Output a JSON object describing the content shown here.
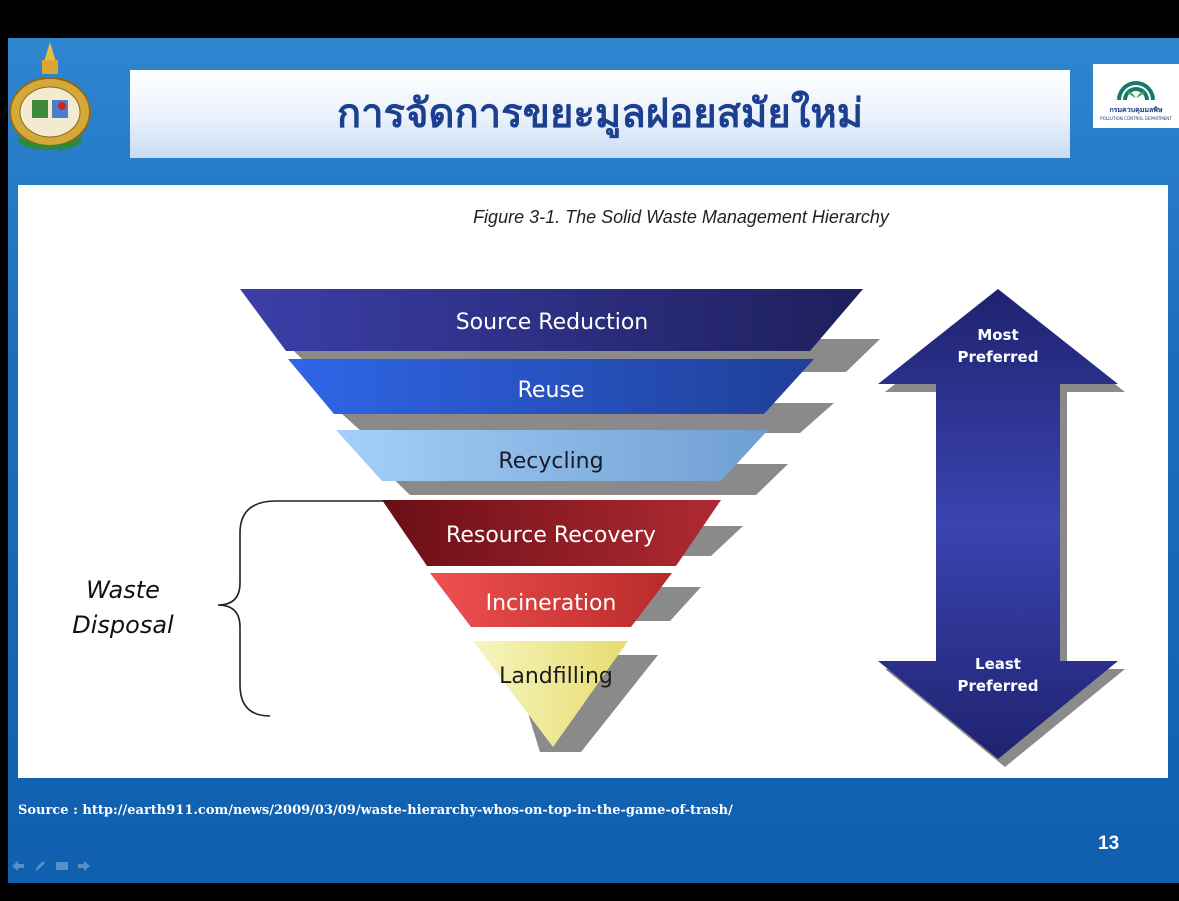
{
  "slide": {
    "title": "การจัดการขยะมูลฝอยสมัยใหม่",
    "figure_caption": "Figure 3-1. The Solid Waste Management Hierarchy",
    "source_text": "Source : http://earth911.com/news/2009/03/09/waste-hierarchy-whos-on-top-in-the-game-of-trash/",
    "page_number": "13"
  },
  "logo": {
    "text_thai": "กรมควบคุมมลพิษ",
    "text_en": "POLLUTION CONTROL DEPARTMENT"
  },
  "hierarchy": {
    "levels": [
      {
        "label": "Source Reduction",
        "color": "#3a3c9a"
      },
      {
        "label": "Reuse",
        "color": "#2f5fd8"
      },
      {
        "label": "Recycling",
        "color": "#8fbde8"
      },
      {
        "label": "Resource Recovery",
        "color": "#8a1a22"
      },
      {
        "label": "Incineration",
        "color": "#d84040"
      },
      {
        "label": "Landfilling",
        "color": "#f0ec9a"
      }
    ],
    "bracket_label_line1": "Waste",
    "bracket_label_line2": "Disposal",
    "arrow_top_line1": "Most",
    "arrow_top_line2": "Preferred",
    "arrow_bottom_line1": "Least",
    "arrow_bottom_line2": "Preferred"
  },
  "colors": {
    "background": "#1a6dbb",
    "title_text": "#1d3f8f",
    "arrow": "#2a2f8a"
  }
}
